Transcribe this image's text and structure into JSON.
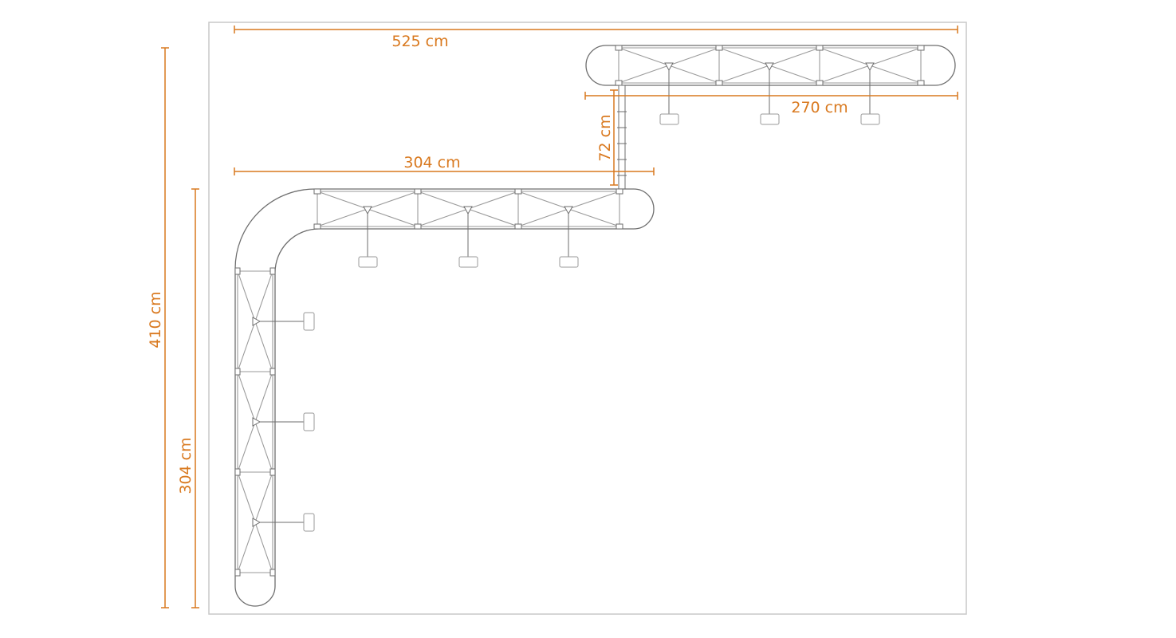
{
  "colors": {
    "dimension": "#d9791f",
    "frame": "#c8c8c8",
    "structure": "#6e6e6e",
    "truss": "#9a9a9a",
    "background": "#ffffff"
  },
  "dimensions": {
    "top_width": "525 cm",
    "upper_wall_width": "270 cm",
    "connector_depth": "72 cm",
    "middle_wall_width": "304 cm",
    "total_height": "410 cm",
    "side_wall_height": "304 cm"
  }
}
